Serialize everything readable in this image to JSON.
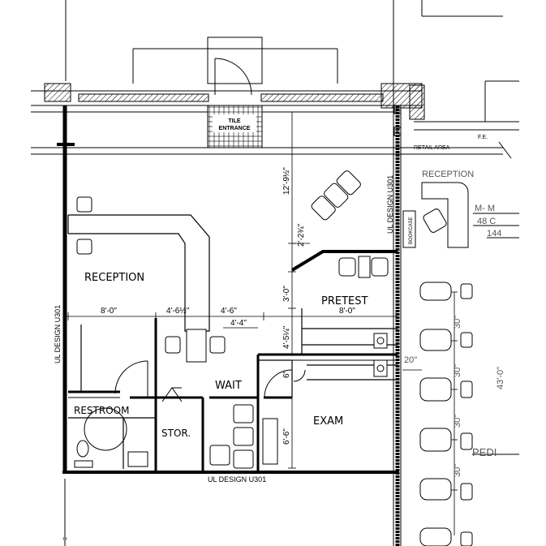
{
  "rooms": {
    "reception": "RECEPTION",
    "pretest": "PRETEST",
    "wait": "WAIT",
    "restroom": "RESTROOM",
    "stor": "STOR.",
    "exam": "EXAM"
  },
  "entrance": {
    "line1": "TILE",
    "line2": "ENTRANCE"
  },
  "walls": {
    "left": "UL DESIGN U301",
    "right": "UL DESIGN U301",
    "bottom": "UL DESIGN U301"
  },
  "dimensions": {
    "h_8_0_left": "8'-0\"",
    "h_4_6_half": "4'-6½\"",
    "h_4_6": "4'-6\"",
    "h_4_4": "4'-4\"",
    "h_8_0_right": "8'-0\"",
    "v_12_9_half": "12'-9½\"",
    "v_2_2_3q": "2'-2¾\"",
    "v_3_0": "3'-0\"",
    "v_4_5_q": "4'-5¼\"",
    "v_6_6": "6'-6\"",
    "v_6_small": "6\""
  },
  "adjacent": {
    "retail_area": "RETAIL AREA",
    "fe": "F.E.",
    "reception": "RECEPTION",
    "bookcase": "BOOKCASE",
    "m_m": "M- M",
    "c48": "48 C",
    "n144": "144",
    "pedi": "PEDI",
    "dim_20": "20\"",
    "dim_43": "43'-0\"",
    "dims_30": [
      "30\"",
      "30\"",
      "30\"",
      "30\""
    ]
  }
}
